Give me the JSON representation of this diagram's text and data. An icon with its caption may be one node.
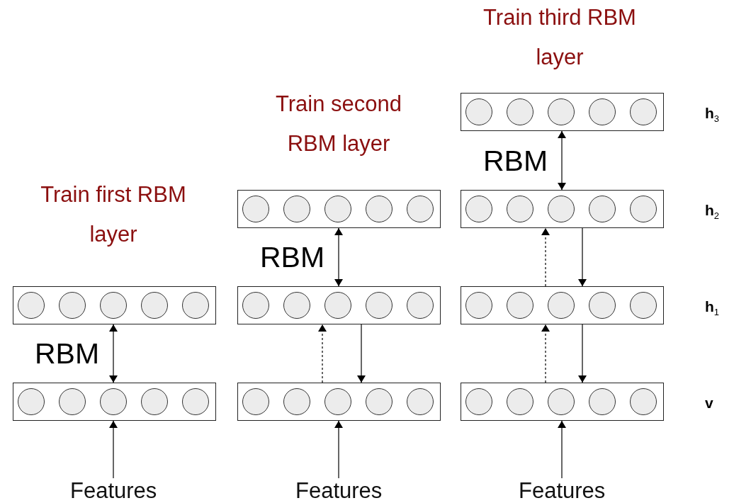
{
  "diagram": {
    "nodes": [
      {
        "text": [],
        "shape": "box"
      },
      {
        "text": [],
        "shape": "circle",
        "in": 0
      },
      {
        "text": [],
        "shape": "circle",
        "in": 0
      },
      {
        "text": [],
        "shape": "circle",
        "in": 0
      },
      {
        "text": [],
        "shape": "circle",
        "in": 0
      },
      {
        "text": [],
        "shape": "circle",
        "in": 0
      },
      {
        "text": [],
        "shape": "box"
      },
      {
        "text": [],
        "shape": "circle",
        "in": 6
      },
      {
        "text": [],
        "shape": "circle",
        "in": 6
      },
      {
        "text": [],
        "shape": "circle",
        "in": 6
      },
      {
        "text": [],
        "shape": "circle",
        "in": 6
      },
      {
        "text": [],
        "shape": "circle",
        "in": 6
      },
      {
        "text": [],
        "shape": "box"
      },
      {
        "text": [],
        "shape": "circle",
        "in": 12
      },
      {
        "text": [],
        "shape": "circle",
        "in": 12
      },
      {
        "text": [],
        "shape": "circle",
        "in": 12
      },
      {
        "text": [],
        "shape": "circle",
        "in": 12
      },
      {
        "text": [],
        "shape": "circle",
        "in": 12
      },
      {
        "text": [],
        "shape": "box"
      },
      {
        "text": [],
        "shape": "circle",
        "in": 18
      },
      {
        "text": [],
        "shape": "circle",
        "in": 18
      },
      {
        "text": [],
        "shape": "circle",
        "in": 18
      },
      {
        "text": [],
        "shape": "circle",
        "in": 18
      },
      {
        "text": [],
        "shape": "circle",
        "in": 18
      },
      {
        "text": [],
        "shape": "box"
      },
      {
        "text": [],
        "shape": "circle",
        "in": 24
      },
      {
        "text": [],
        "shape": "circle",
        "in": 24
      },
      {
        "text": [],
        "shape": "circle",
        "in": 24
      },
      {
        "text": [],
        "shape": "circle",
        "in": 24
      },
      {
        "text": [],
        "shape": "circle",
        "in": 24
      },
      {
        "text": [],
        "shape": "box"
      },
      {
        "text": [],
        "shape": "circle",
        "in": 30
      },
      {
        "text": [],
        "shape": "circle",
        "in": 30
      },
      {
        "text": [],
        "shape": "circle",
        "in": 30
      },
      {
        "text": [],
        "shape": "circle",
        "in": 30
      },
      {
        "text": [],
        "shape": "circle",
        "in": 30
      },
      {
        "text": [],
        "shape": "box"
      },
      {
        "text": [],
        "shape": "circle",
        "in": 36
      },
      {
        "text": [],
        "shape": "circle",
        "in": 36
      },
      {
        "text": [],
        "shape": "circle",
        "in": 36
      },
      {
        "text": [],
        "shape": "circle",
        "in": 36
      },
      {
        "text": [],
        "shape": "circle",
        "in": 36
      },
      {
        "text": [],
        "shape": "box"
      },
      {
        "text": [],
        "shape": "circle",
        "in": 42
      },
      {
        "text": [],
        "shape": "circle",
        "in": 42
      },
      {
        "text": [],
        "shape": "circle",
        "in": 42
      },
      {
        "text": [],
        "shape": "circle",
        "in": 42
      },
      {
        "text": [],
        "shape": "circle",
        "in": 42
      },
      {
        "text": [],
        "shape": "box"
      },
      {
        "text": [],
        "shape": "circle",
        "in": 48
      },
      {
        "text": [],
        "shape": "circle",
        "in": 48
      },
      {
        "text": [],
        "shape": "circle",
        "in": 48
      },
      {
        "text": [],
        "shape": "circle",
        "in": 48
      },
      {
        "text": [],
        "shape": "circle",
        "in": 48
      },
      {
        "text": [
          "Features"
        ]
      },
      {
        "text": [
          "Features"
        ]
      },
      {
        "text": [
          "Features"
        ]
      }
    ],
    "edges": [
      {
        "from": 54,
        "to": 36,
        "arrow": "to"
      },
      {
        "from": 36,
        "to": 18,
        "arrow": "both",
        "label": "RBM"
      },
      {
        "from": 55,
        "to": 42,
        "arrow": "to"
      },
      {
        "from": 42,
        "to": 24,
        "arrow": "to",
        "style": "dashed"
      },
      {
        "from": 24,
        "to": 42,
        "arrow": "to"
      },
      {
        "from": 24,
        "to": 6,
        "arrow": "both",
        "label": "RBM"
      },
      {
        "from": 56,
        "to": 48,
        "arrow": "to"
      },
      {
        "from": 48,
        "to": 30,
        "arrow": "to",
        "style": "dashed"
      },
      {
        "from": 30,
        "to": 48,
        "arrow": "to"
      },
      {
        "from": 30,
        "to": 12,
        "arrow": "to",
        "style": "dashed"
      },
      {
        "from": 12,
        "to": 30,
        "arrow": "to"
      },
      {
        "from": 12,
        "to": 0,
        "arrow": "both",
        "label": "RBM"
      }
    ],
    "labels": [
      "Train third RBM layer",
      "Train second RBM layer",
      "**h**$_{3}$",
      "Train first RBM layer",
      "**h**$_{2}$",
      "**h**$_{1}$",
      "**v**"
    ]
  }
}
